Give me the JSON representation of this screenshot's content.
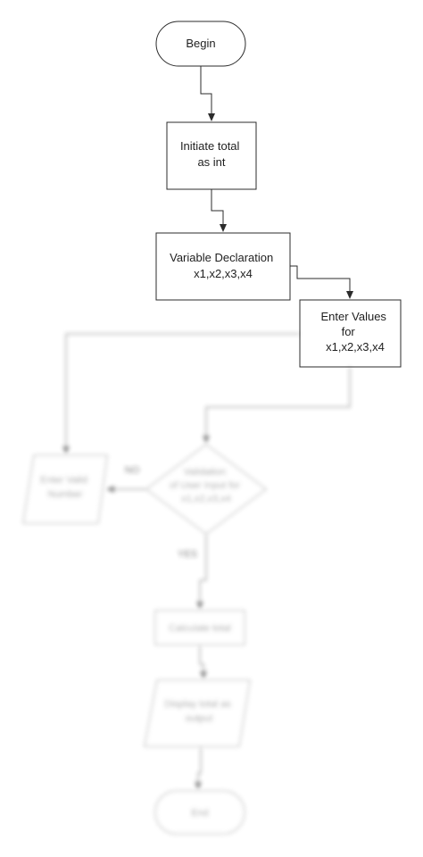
{
  "nodes": {
    "begin": {
      "lines": [
        "Begin"
      ]
    },
    "initiate_total": {
      "lines": [
        "Initiate total",
        "as int"
      ]
    },
    "variable_declaration": {
      "lines": [
        "Variable Declaration",
        "x1,x2,x3,x4"
      ]
    },
    "enter_values": {
      "lines": [
        "Enter Values",
        "for",
        "x1,x2,x3,x4"
      ]
    },
    "validation": {
      "lines": [
        "Validation",
        "of User Input for",
        "x1,x2,x3,x4"
      ]
    },
    "enter_valid_number": {
      "lines": [
        "Enter Valid",
        "Number"
      ]
    },
    "calculate_total": {
      "lines": [
        "Calculate total"
      ]
    },
    "display_total": {
      "lines": [
        "Display total as",
        "output"
      ]
    },
    "end": {
      "lines": [
        "End"
      ]
    }
  },
  "edges": {
    "no_label": "NO",
    "yes_label": "YES"
  },
  "colors": {
    "stroke": "#2b2b2b",
    "text": "#1f1f1f",
    "background": "#ffffff"
  }
}
